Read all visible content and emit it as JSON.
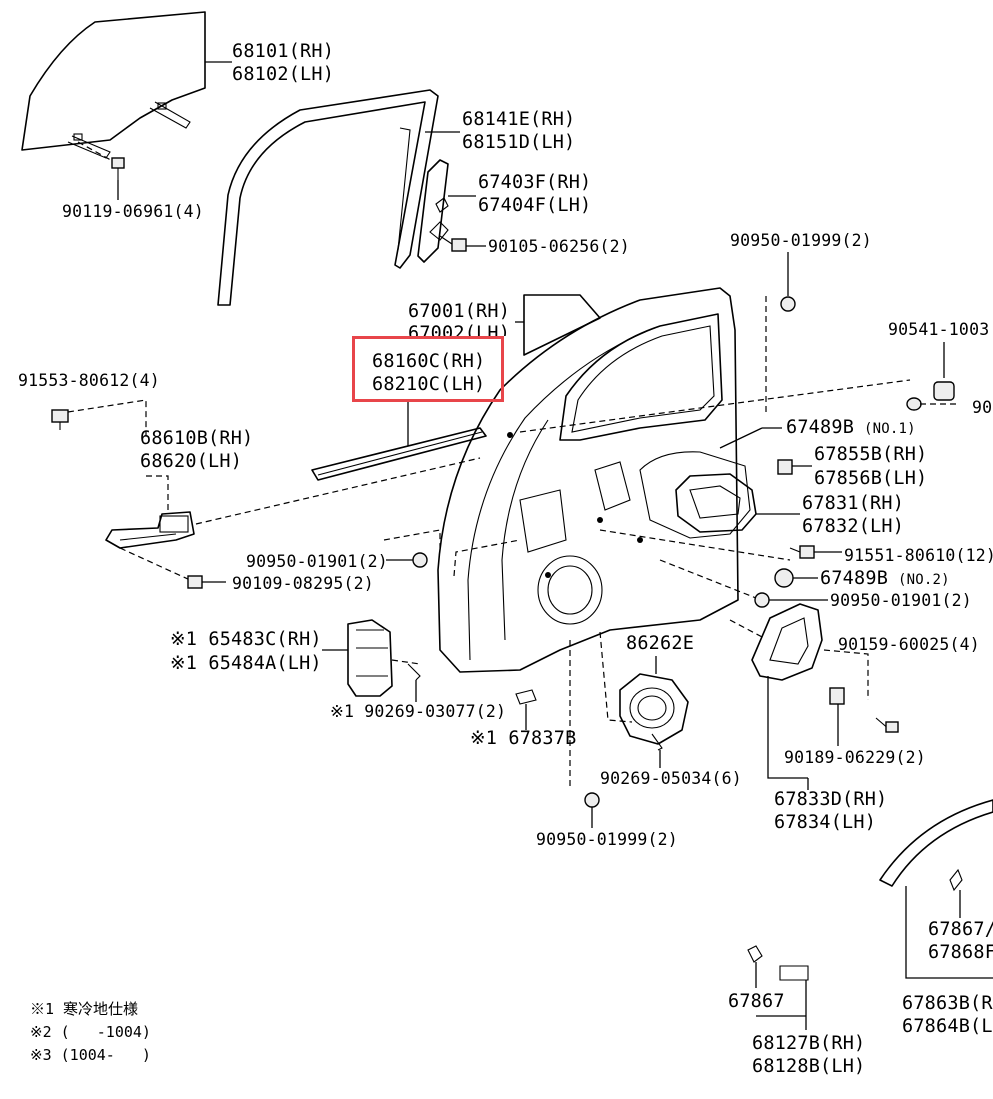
{
  "parts": {
    "glass": [
      "68101(RH)",
      "68102(LH)"
    ],
    "glass_screw": "90119-06961(4)",
    "glass_run": [
      "68141E(RH)",
      "68151D(LH)"
    ],
    "channel": [
      "67403F(RH)",
      "67404F(LH)"
    ],
    "channel_bolt": "90105-06256(2)",
    "door_panel": [
      "67001(RH)",
      "67002(LH)"
    ],
    "belt_moulding": [
      "68160C(RH)",
      "68210C(LH)"
    ],
    "bolt_left": "91553-80612(4)",
    "checker": [
      "68610B(RH)",
      "68620(LH)"
    ],
    "nut_1901_left": "90950-01901(2)",
    "bolt_8295": "90109-08295(2)",
    "grommet_top": "90950-01999(2)",
    "cushion_top": "90541-1003",
    "cushion_top_second": "90",
    "seal_no1": "67489B",
    "seal_no1_note": "(NO.1)",
    "clip_pair": [
      "67855B(RH)",
      "67856B(LH)"
    ],
    "service_cover": [
      "67831(RH)",
      "67832(LH)"
    ],
    "bolt_80610": "91551-80610(12)",
    "seal_no2": "67489B",
    "seal_no2_note": "(NO.2)",
    "nut_1901_right": "90950-01901(2)",
    "screw_60025": "90159-60025(4)",
    "heater_duct": [
      "※1 65483C(RH)",
      "※1 65484A(LH)"
    ],
    "clip_03077": "※1 90269-03077(2)",
    "pad_67837": "※1 67837B",
    "speaker_bracket": "86262E",
    "clip_05034": "90269-05034(6)",
    "grommet_bottom": "90950-01999(2)",
    "clip_06229": "90189-06229(2)",
    "handle_base": [
      "67833D(RH)",
      "67834(LH)"
    ],
    "weatherstrip_right": [
      "67867/",
      "67868F"
    ],
    "clip_67867": "67867",
    "moulding_clip": [
      "68127B(RH)",
      "68128B(LH)"
    ],
    "outer_weatherstrip": [
      "67863B(R",
      "67864B(L"
    ]
  },
  "notes": [
    "※1 寒冷地仕様",
    "※2 (   -1004)",
    "※3 (1004-   )"
  ],
  "colors": {
    "highlight": "#e8454a",
    "ink": "#000000"
  }
}
